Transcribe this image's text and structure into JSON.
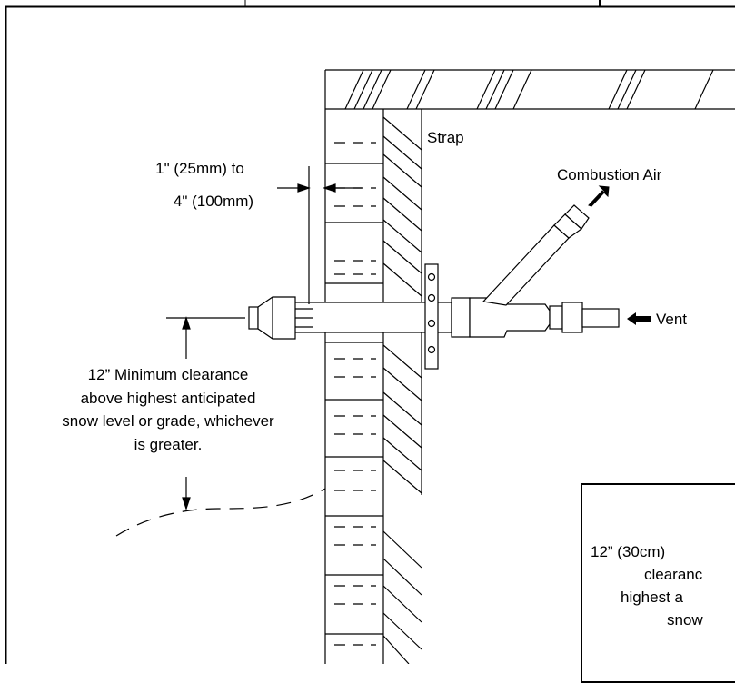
{
  "labels": {
    "strap": "Strap",
    "combustion_air": "Combustion Air",
    "vent": "Vent",
    "distance_line1": "1\" (25mm) to",
    "distance_line2": "4\" (100mm)",
    "min_clearance_line1": "12” Minimum clearance",
    "min_clearance_line2": "above highest anticipated",
    "min_clearance_line3": "snow level or grade, whichever",
    "min_clearance_line4": "is greater.",
    "note_line1": "12” (30cm)",
    "note_line2": "clearanc",
    "note_line3": "highest a",
    "note_line4": "snow"
  },
  "colors": {
    "line": "#000000",
    "background": "#ffffff"
  }
}
